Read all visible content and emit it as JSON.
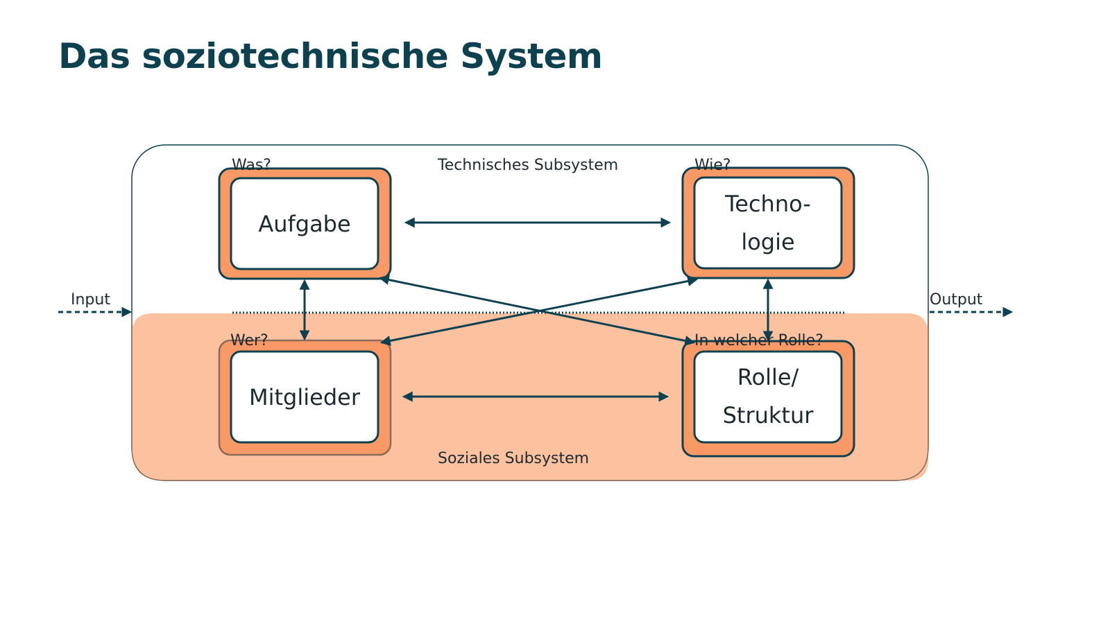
{
  "title": "Das soziotechnische System",
  "subsystems": {
    "technical": "Technisches Subsystem",
    "social": "Soziales Subsystem"
  },
  "flow": {
    "input": "Input",
    "output": "Output"
  },
  "elements": {
    "aufgabe": {
      "question": "Was?",
      "line1": "Aufgabe",
      "line2": ""
    },
    "technologie": {
      "question": "Wie?",
      "line1": "Techno-",
      "line2": "logie"
    },
    "mitglieder": {
      "question": "Wer?",
      "line1": "Mitglieder",
      "line2": ""
    },
    "rolle": {
      "question": "In welcher Rolle?",
      "line1": "Rolle/",
      "line2": "Struktur"
    }
  },
  "colors": {
    "navy": "#0e4150",
    "orange": "#f99a66",
    "social_fill": "#fcc19f",
    "white": "#ffffff"
  }
}
